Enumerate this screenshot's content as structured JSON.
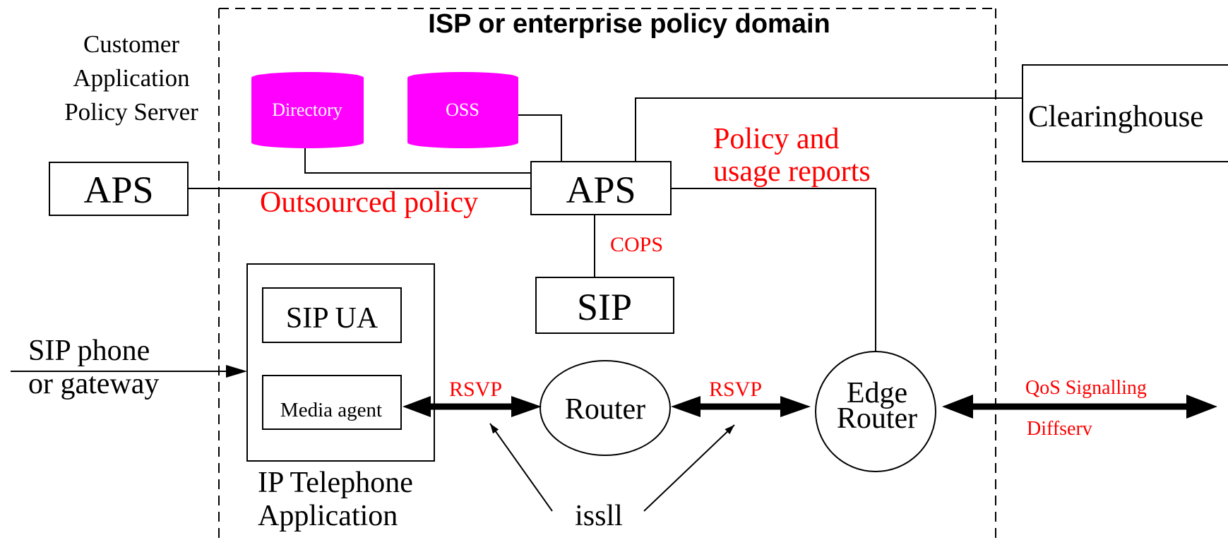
{
  "colors": {
    "line": "#000000",
    "annotation": "#ff0000",
    "database": "#ff00ff",
    "database_text": "#ffffff"
  },
  "domain": {
    "title": "ISP or enterprise policy domain"
  },
  "customer_aps_caption": {
    "line1": "Customer",
    "line2": "Application",
    "line3": "Policy Server"
  },
  "nodes": {
    "aps_customer": "APS",
    "aps_main": "APS",
    "sip_server": "SIP",
    "sip_ua": "SIP UA",
    "media_agent": "Media agent",
    "router": "Router",
    "edge_router_line1": "Edge",
    "edge_router_line2": "Router",
    "clearinghouse": "Clearinghouse",
    "directory": "Directory",
    "oss": "OSS"
  },
  "ip_telephone_caption": {
    "line1": "IP Telephone",
    "line2": "Application"
  },
  "sip_phone_caption": {
    "line1": "SIP phone",
    "line2": "or gateway"
  },
  "annotations": {
    "outsourced_policy": "Outsourced policy",
    "policy_reports_line1": "Policy and",
    "policy_reports_line2": "usage reports",
    "cops": "COPS",
    "rsvp_left": "RSVP",
    "rsvp_right": "RSVP",
    "qos_signalling": "QoS Signalling",
    "diffserv": "Diffserv",
    "issll": "issll"
  }
}
